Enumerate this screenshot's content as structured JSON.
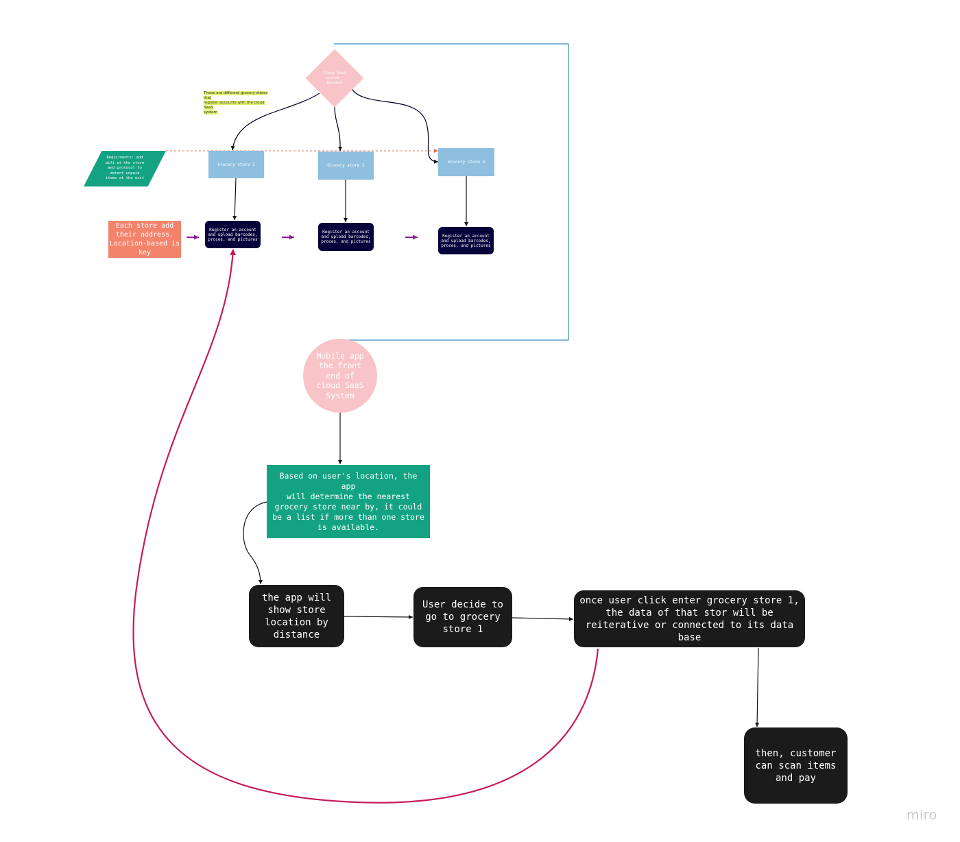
{
  "nodes": {
    "backend": {
      "label": "Cloud SaaS\nsystem -\nBackend"
    },
    "note": {
      "label": "These are different grocery stores that\nregister  accounts with the cloud SaaS\nsystem"
    },
    "requirements": {
      "label": "Requirments: add\nwifi at the store\nand protocol to\ndetect unpaid\nitems at the exit"
    },
    "stores": [
      {
        "label": "Grocery store 1"
      },
      {
        "label": "Grocery store 2"
      },
      {
        "label": "Grocery store 3"
      }
    ],
    "registers": [
      {
        "label": "Register an account\nand upload barcodes,\nproces, and pictures"
      },
      {
        "label": "Register an account\nand upload barcodes,\nproces, and pictures"
      },
      {
        "label": "Register an account\nand upload barcodes,\nproces, and pictures"
      }
    ],
    "address": {
      "label": "Each store add\ntheir address.\nLocation-based is\nkey"
    },
    "mobile_app": {
      "label": "Mobile app\nthe front\nend of\ncloud SaaS\nSystem"
    },
    "location": {
      "label": "Based on user's location, the app\nwill determine the nearest\ngrocery store near by, it could\nbe a list if more than one store\nis available."
    },
    "show_store": {
      "label": "the app will\nshow store\nlocation by\ndistance"
    },
    "decide": {
      "label": "User decide to\ngo to grocery\nstore 1"
    },
    "enter_store": {
      "label": "once user click enter grocery store 1,\nthe data of that stor will be\nreiterative or connected to its data\nbase"
    },
    "scan_pay": {
      "label": "then, customer\ncan scan items\nand pay"
    }
  },
  "colors": {
    "store_blue": "#8fbfdf",
    "navy": "#05033a",
    "dark": "#1b1b1b",
    "pink": "#f9c4c8",
    "green": "#13a382",
    "orange": "#f4836b",
    "frame_blue": "#3a8fc2",
    "magenta_curve": "#c8195d",
    "purple_arrow": "#8e1a9c",
    "dashed_red": "#e0705a"
  },
  "watermark": "miro"
}
